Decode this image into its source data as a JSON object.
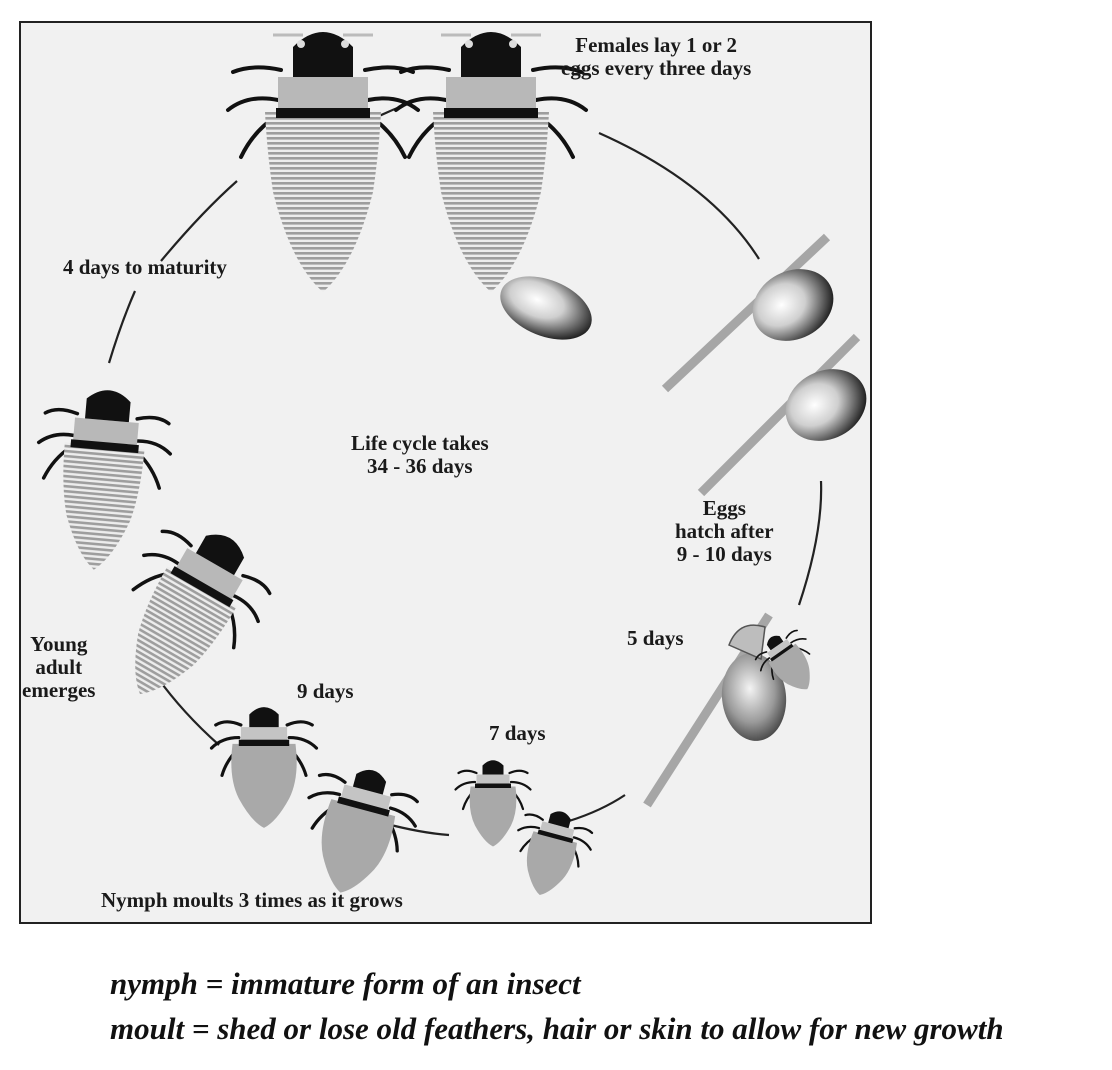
{
  "diagram": {
    "labels": {
      "females_lay": "Females lay 1 or 2\neggs every three days",
      "eggs_hatch": "Eggs\nhatch after\n9 - 10 days",
      "five_days": "5 days",
      "seven_days": "7 days",
      "nine_days": "9 days",
      "nymph_moults": "Nymph moults 3 times as it grows",
      "young_adult": "Young\nadult\nemerges",
      "four_days": "4 days to maturity",
      "life_cycle": "Life cycle takes\n34 - 36 days"
    }
  },
  "definitions": {
    "nymph": "nymph = immature form of an insect",
    "moult": "moult = shed or lose old feathers, hair or skin to allow for new growth"
  }
}
